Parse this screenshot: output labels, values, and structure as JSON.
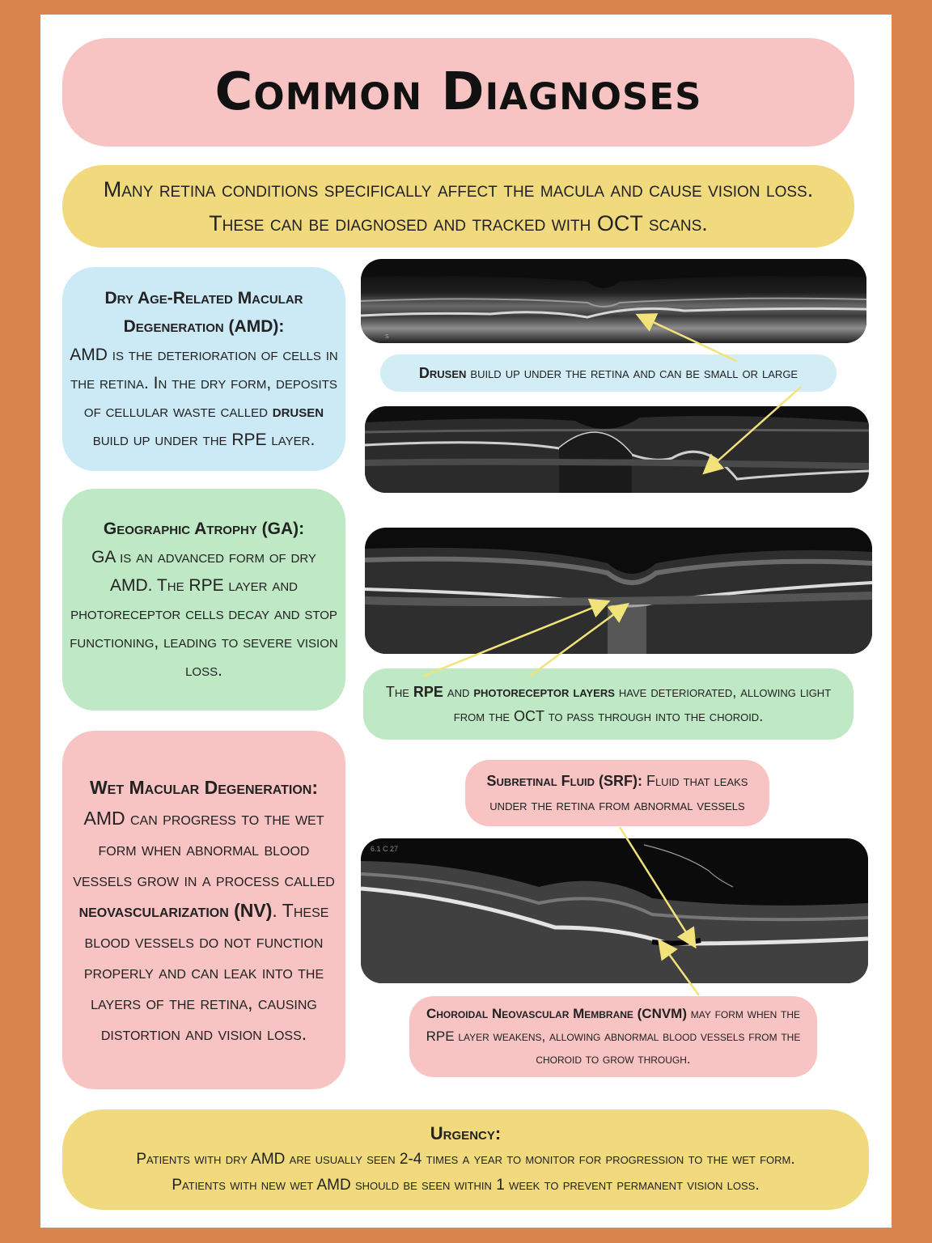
{
  "title": "Common Diagnoses",
  "intro": "Many retina conditions specifically affect the macula and cause vision loss. These can be diagnosed and tracked with OCT scans.",
  "dry_amd": {
    "heading": "Dry Age-Related Macular Degeneration (AMD):",
    "text_a": "AMD is the deterioration of cells in the retina. In the dry form, deposits of cellular waste called ",
    "bold": "drusen",
    "text_b": " build up under the RPE layer."
  },
  "drusen_caption": {
    "bold": "Drusen",
    "text": " build up under the retina and can be small or large"
  },
  "ga": {
    "heading": "Geographic Atrophy (GA):",
    "text": "GA is an advanced form of dry AMD. The RPE layer and photoreceptor cells decay and stop functioning, leading to severe vision loss."
  },
  "ga_caption": {
    "t1": "The ",
    "b1": "RPE",
    "t2": " and ",
    "b2": "photoreceptor layers",
    "t3": " have deteriorated, allowing light from the OCT to pass through into the choroid."
  },
  "wet": {
    "heading": "Wet Macular Degeneration:",
    "text_a": "AMD can progress to the wet form when abnormal blood vessels grow in a process called ",
    "bold1": "neovascularization (NV)",
    "text_b": ". These blood vessels do not function properly and can leak into the layers of the retina, causing distortion and vision loss."
  },
  "srf_caption": {
    "bold": "Subretinal Fluid (SRF):",
    "text": " Fluid that leaks under the retina from abnormal vessels"
  },
  "cnvm_caption": {
    "bold": "Choroidal Neovascular Membrane (CNVM)",
    "text": " may form when the RPE layer weakens, allowing abnormal blood vessels from the choroid to grow through."
  },
  "urgency": {
    "heading": "Urgency:",
    "line1": "Patients with dry AMD are usually seen 2-4 times a year to monitor for progression to the wet form.",
    "line2": "Patients with new wet AMD should be seen within 1 week to prevent permanent vision loss."
  },
  "scan_labels": {
    "scan1_mark": "S",
    "scan4_mark": "6.1 C 27"
  },
  "colors": {
    "background": "#d9864e",
    "pink": "#f8c3c3",
    "yellow": "#f1da7d",
    "blue": "#cce9f6",
    "green": "#bfe8c5",
    "arrow": "#f2e27a"
  }
}
